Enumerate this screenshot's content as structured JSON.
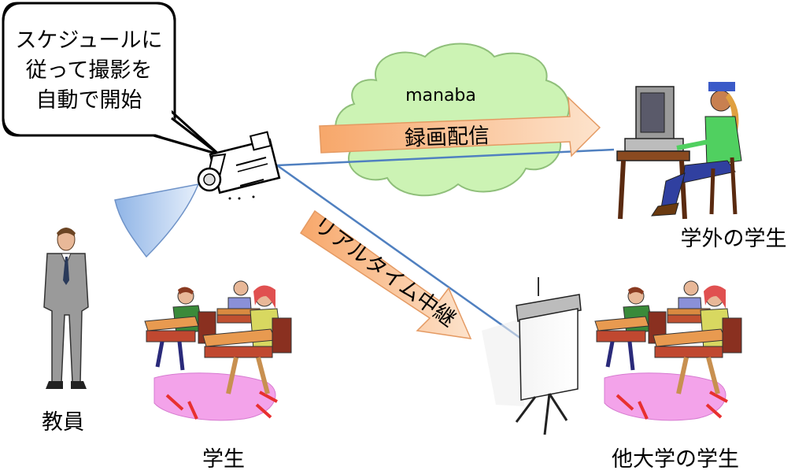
{
  "callout": {
    "lines": [
      "スケジュールに",
      "従って撮影を",
      "自動で開始"
    ]
  },
  "cloud": {
    "label": "manaba"
  },
  "arrows": {
    "recording": "録画配信",
    "live": "リアルタイム中継"
  },
  "labels": {
    "teacher": "教員",
    "students": "学生",
    "external_students": "学外の学生",
    "other_university_students": "他大学の学生"
  },
  "colors": {
    "cloud_fill": "#ccf3b4",
    "arrow_start": "#f7a76a",
    "arrow_end": "#fde3cc",
    "line": "#5080c0",
    "camera_cone": "#a8c6ee"
  }
}
